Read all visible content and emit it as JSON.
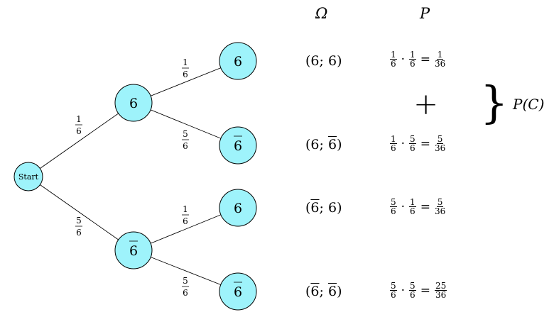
{
  "headers": {
    "omega": "Ω",
    "p": "P"
  },
  "tree": {
    "root": "Start",
    "level1": [
      {
        "label": "6",
        "overline": false,
        "edge_num": "1",
        "edge_den": "6"
      },
      {
        "label": "6",
        "overline": true,
        "edge_num": "5",
        "edge_den": "6"
      }
    ],
    "level2": [
      {
        "label": "6",
        "overline": false,
        "edge_num": "1",
        "edge_den": "6"
      },
      {
        "label": "6",
        "overline": true,
        "edge_num": "5",
        "edge_den": "6"
      },
      {
        "label": "6",
        "overline": false,
        "edge_num": "1",
        "edge_den": "6"
      },
      {
        "label": "6",
        "overline": true,
        "edge_num": "5",
        "edge_den": "6"
      }
    ]
  },
  "outcomes": [
    {
      "open": "(",
      "a": "6",
      "sep": ";",
      "b": "6",
      "close": ")",
      "a_bar": false,
      "b_bar": false
    },
    {
      "open": "(",
      "a": "6",
      "sep": ";",
      "b": "6",
      "close": ")",
      "a_bar": false,
      "b_bar": true
    },
    {
      "open": "(",
      "a": "6",
      "sep": ";",
      "b": "6",
      "close": ")",
      "a_bar": true,
      "b_bar": false
    },
    {
      "open": "(",
      "a": "6",
      "sep": ";",
      "b": "6",
      "close": ")",
      "a_bar": true,
      "b_bar": true
    }
  ],
  "probabilities": [
    {
      "f1n": "1",
      "f1d": "6",
      "dot": "·",
      "f2n": "1",
      "f2d": "6",
      "eq": "=",
      "rn": "1",
      "rd": "36"
    },
    {
      "f1n": "1",
      "f1d": "6",
      "dot": "·",
      "f2n": "5",
      "f2d": "6",
      "eq": "=",
      "rn": "5",
      "rd": "36"
    },
    {
      "f1n": "5",
      "f1d": "6",
      "dot": "·",
      "f2n": "1",
      "f2d": "6",
      "eq": "=",
      "rn": "5",
      "rd": "36"
    },
    {
      "f1n": "5",
      "f1d": "6",
      "dot": "·",
      "f2n": "5",
      "f2d": "6",
      "eq": "=",
      "rn": "25",
      "rd": "36"
    }
  ],
  "plus": "+",
  "brace": "}",
  "event_label": "P(C)",
  "colors": {
    "node_fill": "#9ef3fb",
    "stroke": "#000000"
  }
}
